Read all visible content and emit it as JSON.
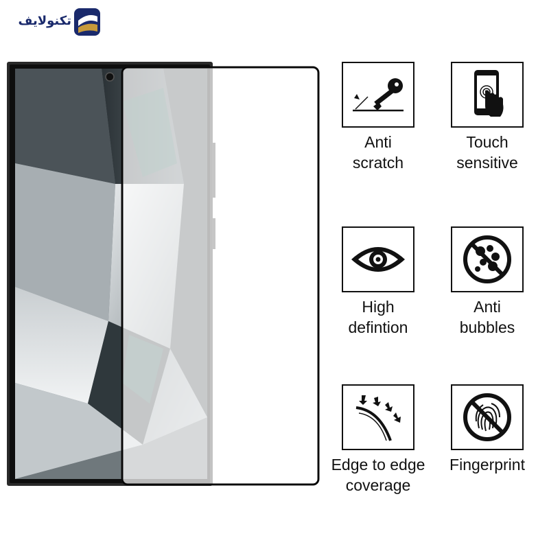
{
  "brand": {
    "name": "تکنولایف",
    "color": "#1a2a6c",
    "accent": "#c79a3a"
  },
  "features": [
    {
      "id": "anti-scratch",
      "icon": "key-scratch-icon",
      "line1": "Anti",
      "line2": "scratch"
    },
    {
      "id": "touch-sensitive",
      "icon": "touch-phone-icon",
      "line1": "Touch",
      "line2": "sensitive"
    },
    {
      "id": "high-definition",
      "icon": "eye-icon",
      "line1": "High",
      "line2": "defintion"
    },
    {
      "id": "anti-bubbles",
      "icon": "no-bubbles-icon",
      "line1": "Anti",
      "line2": "bubbles"
    },
    {
      "id": "edge-to-edge",
      "icon": "curved-edge-arrows-icon",
      "line1": "Edge to edge",
      "line2": "coverage"
    },
    {
      "id": "fingerprint",
      "icon": "no-fingerprint-icon",
      "line1": "Fingerprint",
      "line2": ""
    }
  ]
}
